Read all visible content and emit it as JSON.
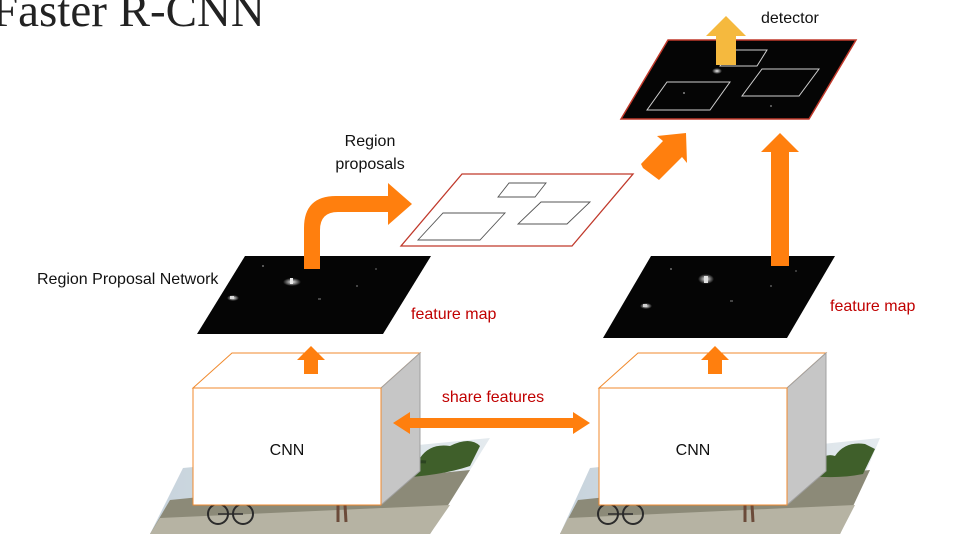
{
  "title": "Faster R-CNN",
  "labels": {
    "detector": "detector",
    "region_proposals_line1": "Region",
    "region_proposals_line2": "proposals",
    "rpn": "Region Proposal Network",
    "feature_map_left": "feature map",
    "feature_map_right": "feature map",
    "share_features": "share features",
    "cnn_left": "CNN",
    "cnn_right": "CNN"
  },
  "colors": {
    "arrow_orange": "#ff7f0e",
    "arrow_yellow": "#f5b93e",
    "label_red": "#c00000",
    "plane_border": "#c0392b",
    "feature_map": "#050505"
  }
}
